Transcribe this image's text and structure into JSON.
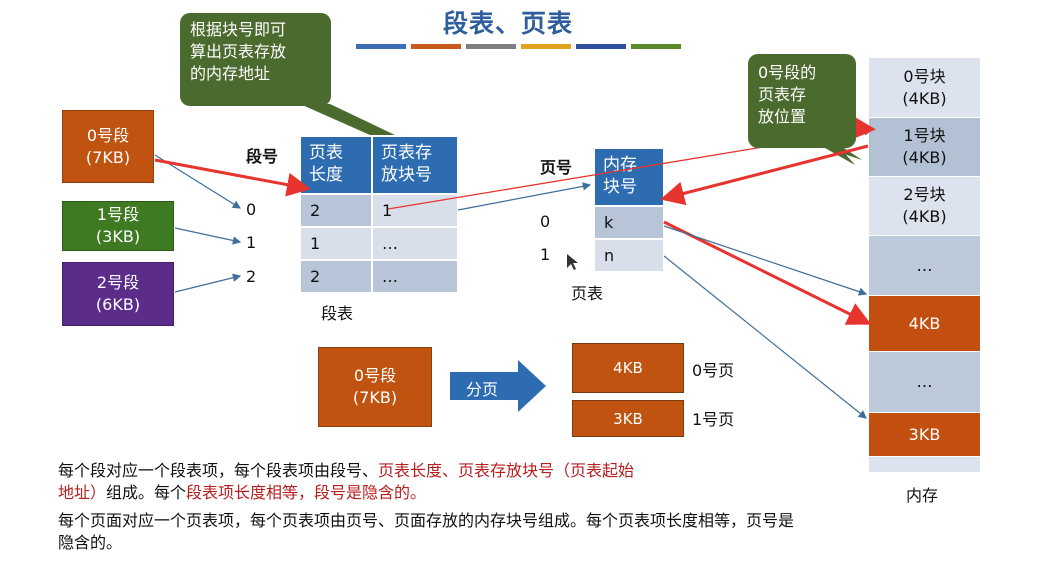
{
  "title": "段表、页表",
  "title_bar_colors": [
    "#3C6EB4",
    "#C85A1C",
    "#7F7F7F",
    "#E0A020",
    "#2E4FA0",
    "#5A8A2A"
  ],
  "callout_left": [
    "根据块号即可",
    "算出页表存放",
    "的内存地址"
  ],
  "callout_right": [
    "0号段的",
    "页表存",
    "放位置"
  ],
  "segments": [
    {
      "name": "0号段",
      "size": "(7KB)",
      "color": "#C0530F"
    },
    {
      "name": "1号段",
      "size": "(3KB)",
      "color": "#3E7A22"
    },
    {
      "name": "2号段",
      "size": "(6KB)",
      "color": "#5B2C8A"
    }
  ],
  "segment_table": {
    "index_header": "段号",
    "headers": [
      [
        "页表",
        "长度"
      ],
      [
        "页表存",
        "放块号"
      ]
    ],
    "indices": [
      "0",
      "1",
      "2"
    ],
    "rows": [
      [
        "2",
        "1"
      ],
      [
        "1",
        "…"
      ],
      [
        "2",
        "…"
      ]
    ],
    "caption": "段表"
  },
  "page_table": {
    "index_header": "页号",
    "header": [
      "内存",
      "块号"
    ],
    "indices": [
      "0",
      "1"
    ],
    "rows": [
      "k",
      "n"
    ],
    "caption": "页表"
  },
  "memory": {
    "caption": "内存",
    "blocks": [
      {
        "line1": "0号块",
        "line2": "(4KB)"
      },
      {
        "line1": "1号块",
        "line2": "(4KB)"
      },
      {
        "line1": "2号块",
        "line2": "(4KB)"
      },
      {
        "line1": "…",
        "line2": ""
      },
      {
        "line1": "4KB",
        "line2": ""
      },
      {
        "line1": "…",
        "line2": ""
      },
      {
        "line1": "3KB",
        "line2": ""
      }
    ]
  },
  "paging_example": {
    "segment_name": "0号段",
    "segment_size": "(7KB)",
    "arrow_label": "分页",
    "pages": [
      {
        "size": "4KB",
        "label": "0号页"
      },
      {
        "size": "3KB",
        "label": "1号页"
      }
    ]
  },
  "paragraph1": {
    "t1": "每个段对应一个段表项，每个段表项由段号、",
    "t2": "页表长度、页表存放块号（页表起始",
    "t3": "地址）",
    "t4": "组成。每个",
    "t5": "段表项长度相等，段号是隐含的。"
  },
  "paragraph2": "每个页面对应一个页表项，每个页表项由页号、页面存放的内存块号组成。每个页表项长度相等，页号是隐含的。",
  "colors": {
    "header_blue": "#2D6CB1",
    "cell_light": "#D8DFEB",
    "arrow_red": "#E8342E",
    "arrow_blue": "#3F6E9C",
    "callout_green": "#4A6A2E",
    "block_orange": "#C24E10"
  }
}
